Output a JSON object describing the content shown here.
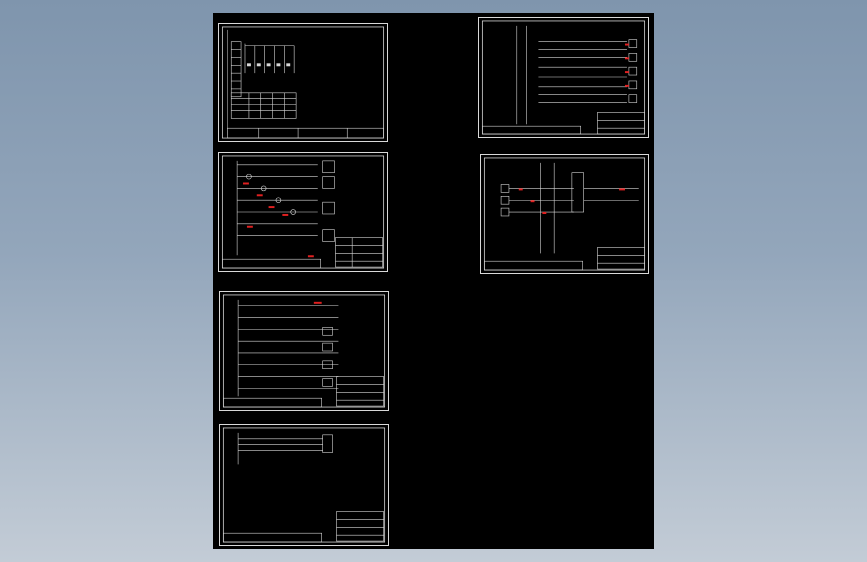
{
  "viewport": {
    "background": "gradient",
    "canvas_color": "#000000"
  },
  "colors": {
    "line": "#d8d8d8",
    "accent_red": "#e02020",
    "model_bg": "#000000"
  },
  "sheets": [
    {
      "id": "sheet-1",
      "kind": "table-schematic"
    },
    {
      "id": "sheet-2",
      "kind": "control-schematic"
    },
    {
      "id": "sheet-3",
      "kind": "control-schematic"
    },
    {
      "id": "sheet-4",
      "kind": "terminal-schematic"
    },
    {
      "id": "sheet-5",
      "kind": "feeder-schematic"
    },
    {
      "id": "sheet-6",
      "kind": "wiring-schematic"
    }
  ]
}
